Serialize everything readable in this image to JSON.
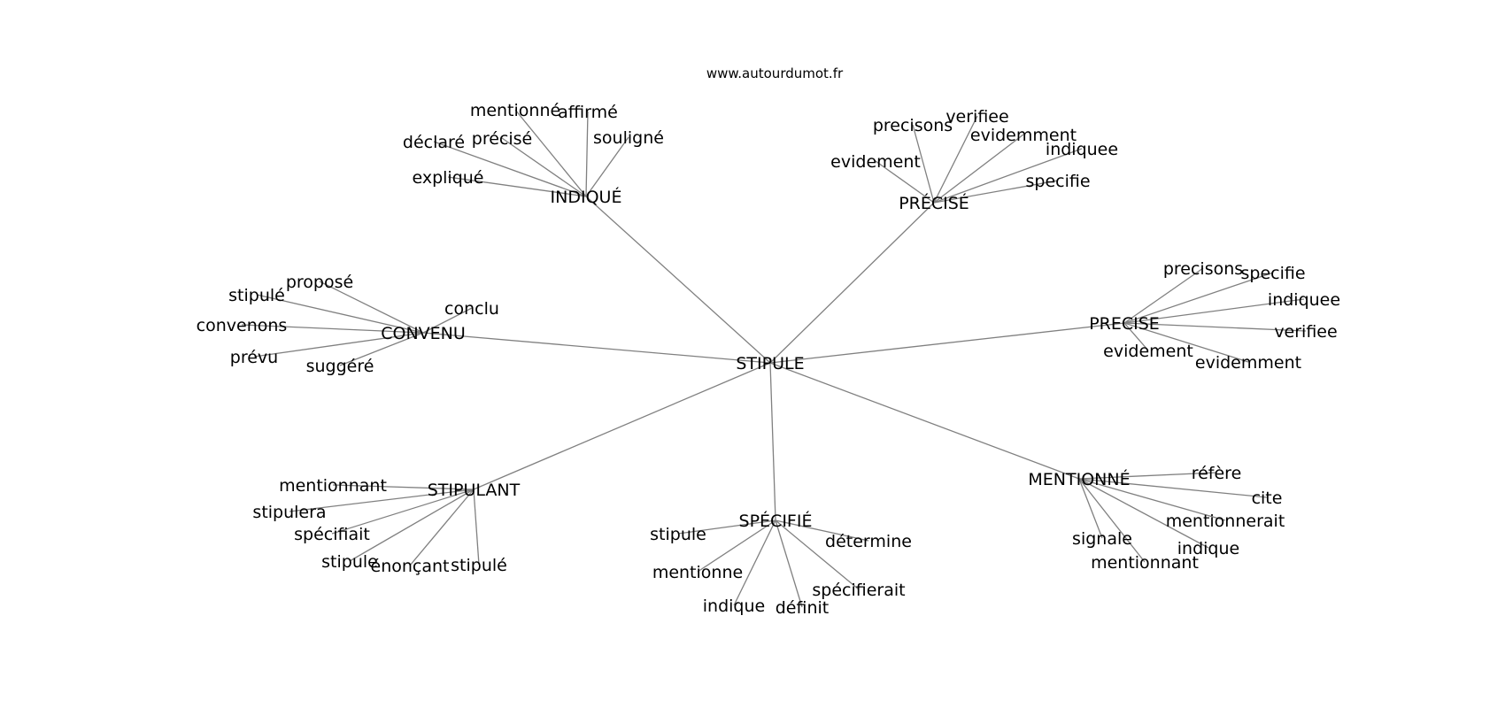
{
  "site": "www.autourdumot.fr",
  "center": "STIPULE",
  "clusters": [
    {
      "label": "INDIQUÉ",
      "leaves": [
        "mentionné",
        "affirmé",
        "précisé",
        "souligné",
        "déclaré",
        "expliqué"
      ]
    },
    {
      "label": "PRÉCISÉ",
      "leaves": [
        "precisons",
        "verifiee",
        "evidemment",
        "indiquee",
        "evidement",
        "specifie"
      ]
    },
    {
      "label": "CONVENU",
      "leaves": [
        "proposé",
        "stipulé",
        "conclu",
        "convenons",
        "prévu",
        "suggéré"
      ]
    },
    {
      "label": "PRECISE",
      "leaves": [
        "precisons",
        "specifie",
        "indiquee",
        "verifiee",
        "evidement",
        "evidemment"
      ]
    },
    {
      "label": "STIPULANT",
      "leaves": [
        "mentionnant",
        "stipulera",
        "spécifiait",
        "stipule",
        "énonçant",
        "stipulé"
      ]
    },
    {
      "label": "SPÉCIFIÉ",
      "leaves": [
        "stipule",
        "détermine",
        "mentionne",
        "spécifierait",
        "indique",
        "définit"
      ]
    },
    {
      "label": "MENTIONNÉ",
      "leaves": [
        "réfère",
        "cite",
        "mentionnerait",
        "signale",
        "indique",
        "mentionnant"
      ]
    }
  ]
}
